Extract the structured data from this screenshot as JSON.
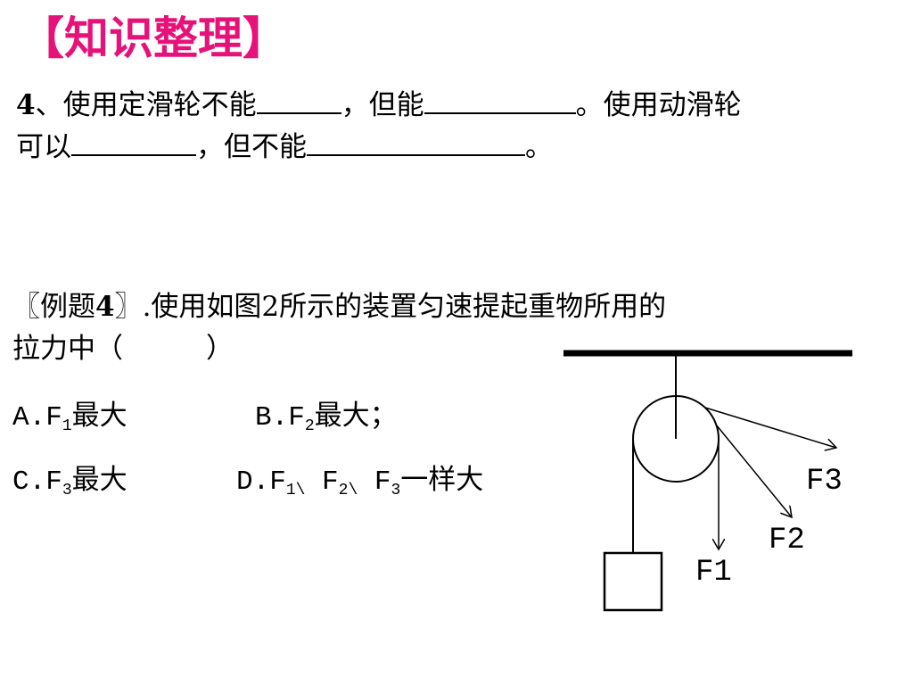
{
  "title": "【知识整理】",
  "colors": {
    "title": "#e6127a",
    "text": "#000000"
  },
  "q4": {
    "number": "4",
    "line1_a": "、使用定滑轮不能",
    "line1_b": "，但能",
    "line1_c": "。使用动滑轮",
    "line2_a": "可以",
    "line2_b": "，但不能",
    "line2_c": "。"
  },
  "example": {
    "open_bracket": "〖例题",
    "number": "4",
    "close_bracket": "〗",
    "stem_line1": ".使用如图2所示的装置匀速提起重物所用的",
    "stem_line2": "拉力中（　　　）",
    "options": {
      "a_prefix": "A.F",
      "a_sub": "1",
      "a_suffix": "最大",
      "b_prefix": "B.F",
      "b_sub": "2",
      "b_suffix": "最大；",
      "c_prefix": "C.F",
      "c_sub": "3",
      "c_suffix": "最大",
      "d_prefix": "D.F",
      "d_sub1": "1\\",
      "d_mid1": " F",
      "d_sub2": "2\\",
      "d_mid2": " F",
      "d_sub3": "3",
      "d_suffix": "一样大"
    }
  },
  "diagram": {
    "labels": {
      "f1": "F1",
      "f2": "F2",
      "f3": "F3"
    }
  }
}
